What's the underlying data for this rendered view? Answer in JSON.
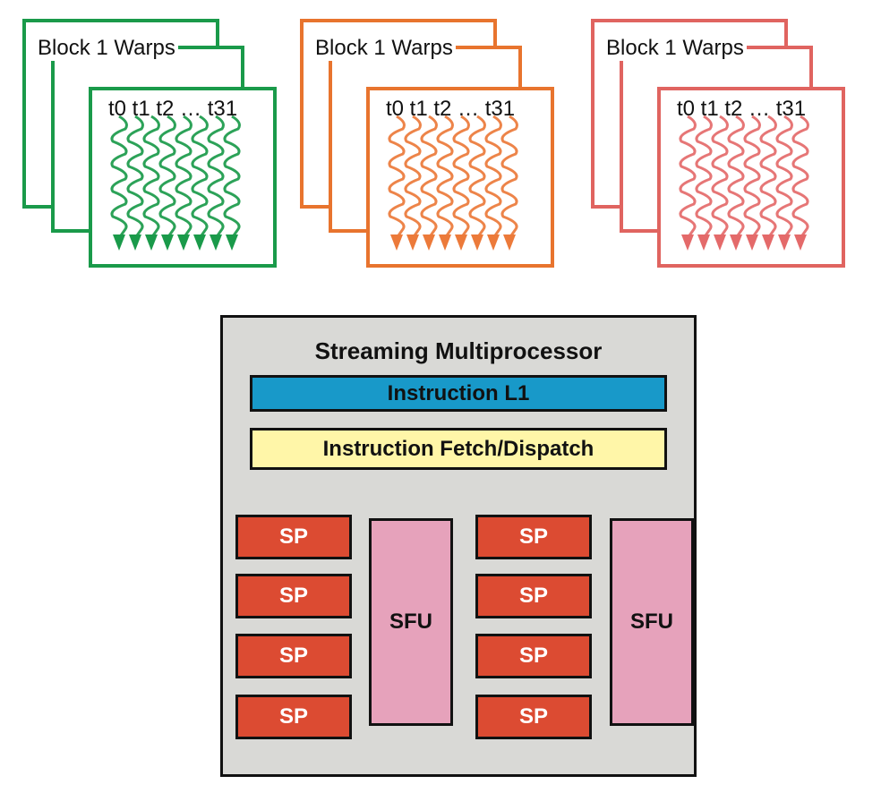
{
  "warp_groups": [
    {
      "label": "Block 1 Warps",
      "threads": "t0 t1 t2 … t31",
      "color": "#1a9a4a",
      "wave_color": "#1a9a4a"
    },
    {
      "label": "Block 1 Warps",
      "threads": "t0 t1 t2 … t31",
      "color": "#e8742e",
      "wave_color": "#ec7a3a"
    },
    {
      "label": "Block 1 Warps",
      "threads": "t0 t1 t2 … t31",
      "color": "#e06460",
      "wave_color": "#e46a6a"
    }
  ],
  "sm": {
    "title": "Streaming Multiprocessor",
    "instruction_l1": "Instruction L1",
    "fetch_dispatch": "Instruction Fetch/Dispatch",
    "sp_label": "SP",
    "sfu_label": "SFU",
    "colors": {
      "background": "#d9d9d6",
      "l1": "#1899c9",
      "fetch": "#fff6a8",
      "sp": "#dc4b32",
      "sfu": "#e6a2bb"
    }
  }
}
